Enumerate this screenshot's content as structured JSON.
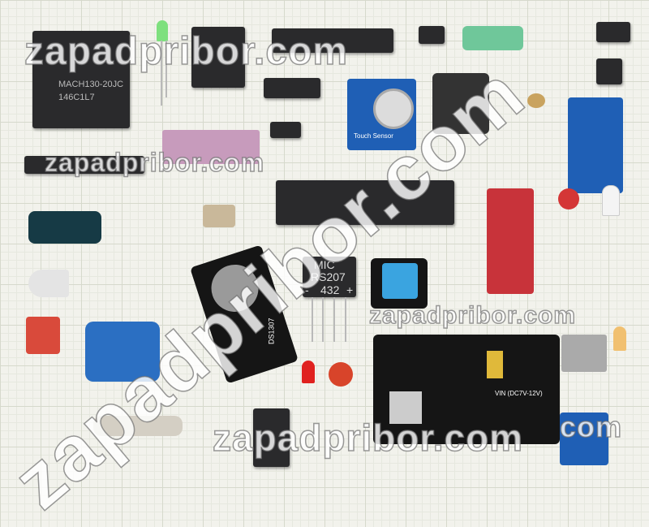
{
  "watermarks": {
    "top": "zapadpribor.com",
    "left_middle": "zapadpribor.com",
    "diagonal": "zapadpribor.com",
    "right_middle": "zapadpribor.com",
    "bottom": "zapadpribor.com",
    "bottom_right": "com"
  },
  "components": {
    "plcc_chip": {
      "line1": "MACH130-20JC",
      "line2": "146C1L7"
    },
    "bridge_rectifier": {
      "brand": "MIC",
      "model": "RS207",
      "code": "432",
      "minus": "-",
      "plus": "+"
    },
    "rtc_module": {
      "label": "DS1307"
    },
    "touch_sensor": {
      "label": "Touch Sensor"
    },
    "power_module": {
      "label": "VIN (DC7V-12V)"
    }
  },
  "colors": {
    "background": "#f2f2ec",
    "pcb_blue": "#1f5fb5",
    "pcb_red": "#c8333a",
    "chip": "#2a2a2c"
  }
}
